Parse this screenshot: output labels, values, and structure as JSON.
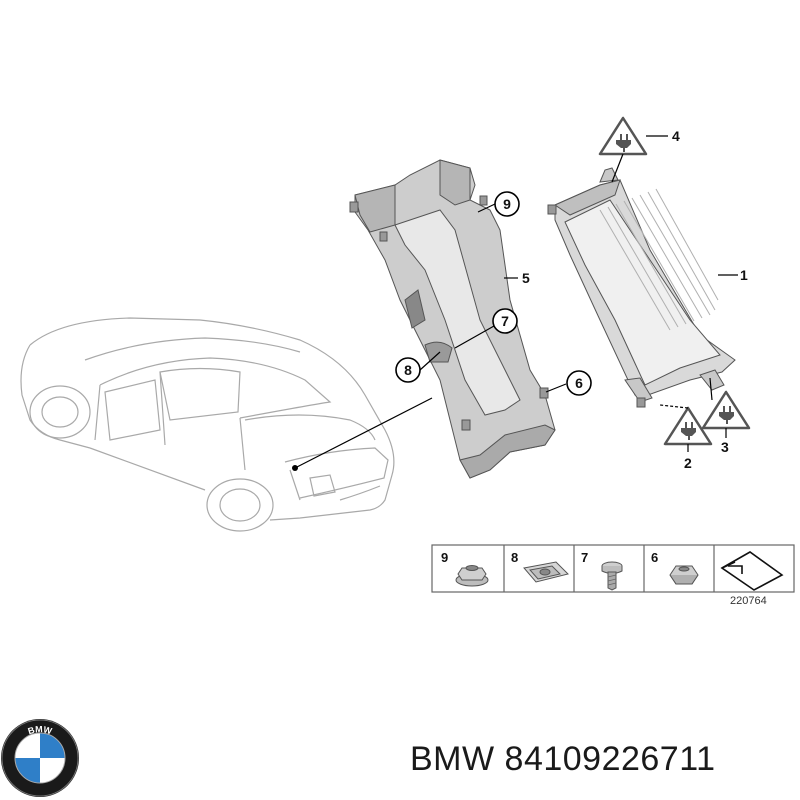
{
  "callouts": {
    "c1": "1",
    "c2": "2",
    "c3": "3",
    "c4": "4",
    "c5": "5",
    "c6": "6",
    "c7": "7",
    "c8": "8",
    "c9": "9"
  },
  "hardware_table": {
    "cells": [
      {
        "number": "9",
        "part": "flange-nut"
      },
      {
        "number": "8",
        "part": "clip-nut"
      },
      {
        "number": "7",
        "part": "screw"
      },
      {
        "number": "6",
        "part": "nut"
      },
      {
        "number": "",
        "part": "direction-arrow"
      }
    ],
    "reference": "220764"
  },
  "logo": {
    "text": "BMW",
    "colors": {
      "blue": "#2f7fc8",
      "white": "#ffffff",
      "ring": "#1a1a1a"
    }
  },
  "caption": {
    "text": "BMW 84109226711"
  },
  "colors": {
    "warning_stroke": "#555555",
    "module_fill": "#e6e6e6",
    "bracket_fill": "#c7c7c7"
  }
}
